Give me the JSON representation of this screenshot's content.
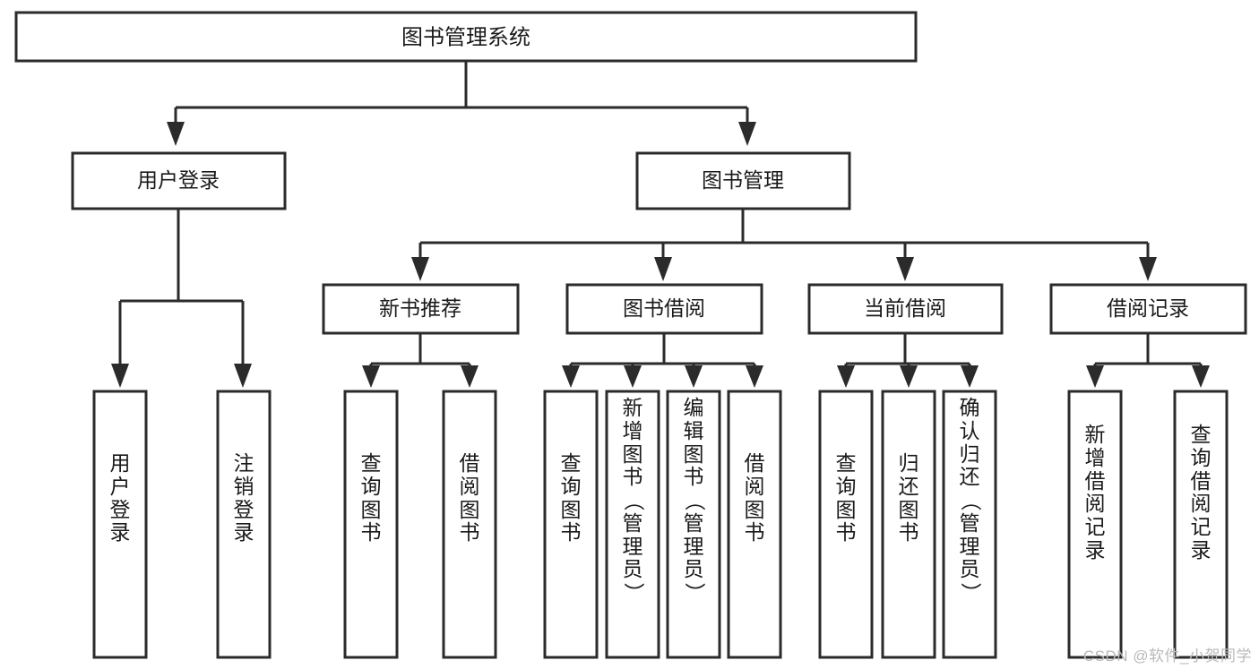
{
  "diagram": {
    "type": "tree",
    "title": "图书管理系统",
    "watermark": "CSDN @软件_小贺同学",
    "colors": {
      "stroke": "#2b2b2b",
      "box_fill": "#ffffff",
      "text": "#1a1a1a",
      "watermark": "#b9b9b9",
      "background": "#ffffff"
    },
    "root": {
      "id": "root",
      "label": "图书管理系统"
    },
    "level2": [
      {
        "id": "user-login",
        "label": "用户登录"
      },
      {
        "id": "book-manage",
        "label": "图书管理"
      }
    ],
    "level3": [
      {
        "id": "new-book-recommend",
        "label": "新书推荐",
        "parent": "book-manage"
      },
      {
        "id": "book-borrow",
        "label": "图书借阅",
        "parent": "book-manage"
      },
      {
        "id": "current-borrow",
        "label": "当前借阅",
        "parent": "book-manage"
      },
      {
        "id": "borrow-record",
        "label": "借阅记录",
        "parent": "book-manage"
      }
    ],
    "leaves": {
      "user-login": [
        {
          "id": "leaf-user-login",
          "label": "用户登录"
        },
        {
          "id": "leaf-user-logout",
          "label": "注销登录"
        }
      ],
      "new-book-recommend": [
        {
          "id": "leaf-query-book-1",
          "label": "查询图书"
        },
        {
          "id": "leaf-borrow-book-1",
          "label": "借阅图书"
        }
      ],
      "book-borrow": [
        {
          "id": "leaf-query-book-2",
          "label": "查询图书"
        },
        {
          "id": "leaf-add-book",
          "label": "新增图书（管理员）"
        },
        {
          "id": "leaf-edit-book",
          "label": "编辑图书（管理员）"
        },
        {
          "id": "leaf-borrow-book-2",
          "label": "借阅图书"
        }
      ],
      "current-borrow": [
        {
          "id": "leaf-query-book-3",
          "label": "查询图书"
        },
        {
          "id": "leaf-return-book",
          "label": "归还图书"
        },
        {
          "id": "leaf-confirm-return",
          "label": "确认归还（管理员）"
        }
      ],
      "borrow-record": [
        {
          "id": "leaf-add-record",
          "label": "新增借阅记录"
        },
        {
          "id": "leaf-query-record",
          "label": "查询借阅记录"
        }
      ]
    }
  }
}
